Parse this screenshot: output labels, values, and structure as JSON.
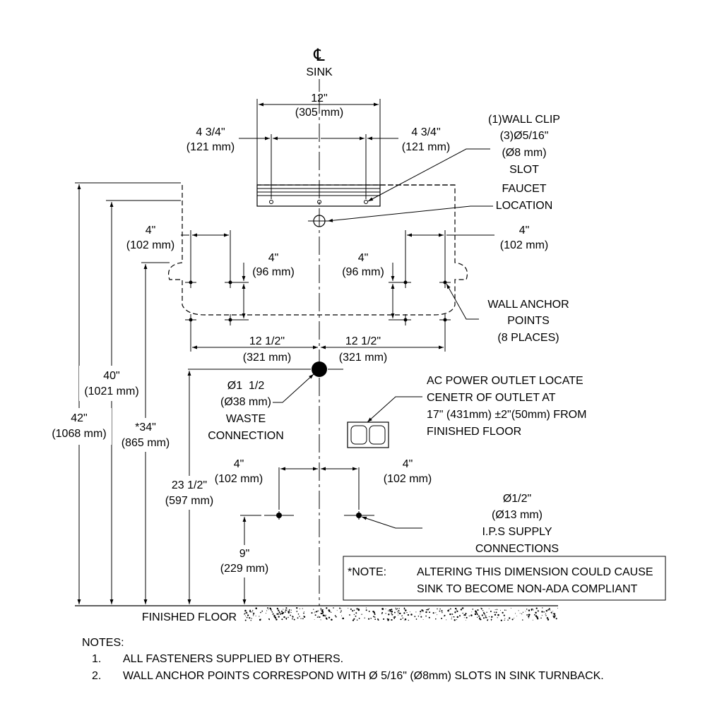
{
  "centerline": {
    "symbol": "℄",
    "label": "SINK"
  },
  "dims": {
    "top_width": [
      "12\"",
      "(305 mm)"
    ],
    "left_clip": [
      "4 3/4\"",
      "(121 mm)"
    ],
    "right_clip": [
      "4 3/4\"",
      "(121 mm)"
    ],
    "anchor_left_upper": [
      "4\"",
      "(102 mm)"
    ],
    "anchor_right_upper": [
      "4\"",
      "(102 mm)"
    ],
    "anchor_left_vert": [
      "4\"",
      "(96 mm)"
    ],
    "anchor_right_vert": [
      "4\"",
      "(96 mm)"
    ],
    "half_left": [
      "12 1/2\"",
      "(321 mm)"
    ],
    "half_right": [
      "12 1/2\"",
      "(321 mm)"
    ],
    "h42": [
      "42\"",
      "(1068 mm)"
    ],
    "h40": [
      "40\"",
      "(1021 mm)"
    ],
    "h34": [
      "*34\"",
      "(865 mm)"
    ],
    "h23": [
      "23 1/2\"",
      "(597 mm)"
    ],
    "supply_left": [
      "4\"",
      "(102 mm)"
    ],
    "supply_right": [
      "4\"",
      "(102 mm)"
    ],
    "h9": [
      "9\"",
      "(229 mm)"
    ]
  },
  "callouts": {
    "wall_clip": [
      "(1)WALL CLIP",
      "(3)Ø5/16\"",
      "(Ø8 mm)",
      "SLOT"
    ],
    "faucet": [
      "FAUCET",
      "LOCATION"
    ],
    "wall_anchor": [
      "WALL ANCHOR",
      "POINTS",
      "(8 PLACES)"
    ],
    "waste": [
      "Ø1  1/2",
      "(Ø38 mm)",
      "WASTE",
      "CONNECTION"
    ],
    "power": [
      "AC POWER OUTLET LOCATE",
      "CENETR OF OUTLET AT",
      "17\" (431mm) ±2\"(50mm) FROM",
      "FINISHED FLOOR"
    ],
    "supply": [
      "Ø1/2\"",
      "(Ø13 mm)",
      "I.P.S SUPPLY",
      "CONNECTIONS"
    ]
  },
  "note_box": {
    "label": "*NOTE:",
    "lines": [
      "ALTERING THIS DIMENSION COULD CAUSE",
      "SINK TO BECOME NON-ADA COMPLIANT"
    ]
  },
  "floor_label": "FINISHED FLOOR",
  "notes": {
    "title": "NOTES:",
    "items": [
      {
        "num": "1.",
        "text": "ALL FASTENERS SUPPLIED BY OTHERS."
      },
      {
        "num": "2.",
        "text": "WALL ANCHOR POINTS CORRESPOND WITH Ø 5/16\" (Ø8mm) SLOTS IN SINK TURNBACK."
      }
    ]
  }
}
